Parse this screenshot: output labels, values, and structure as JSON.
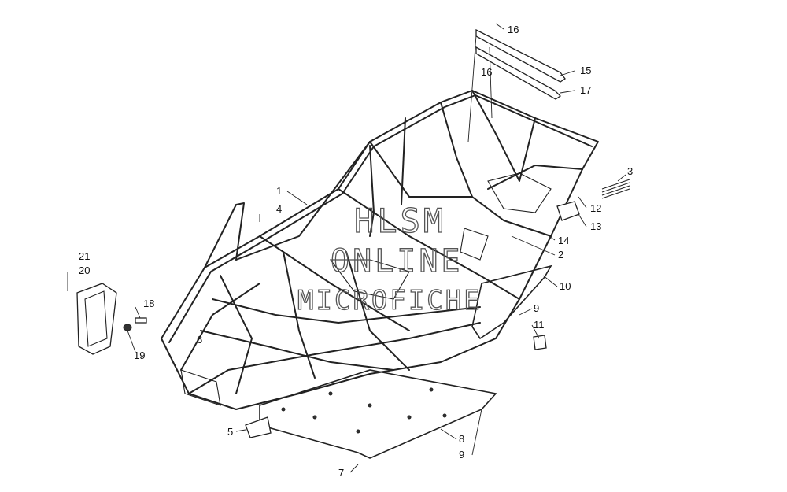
{
  "watermark": {
    "line1": "HLSM",
    "line2": "ONLINE",
    "line3": "MICROFICHE"
  },
  "callouts": [
    {
      "id": "c1",
      "label": "1"
    },
    {
      "id": "c2",
      "label": "2"
    },
    {
      "id": "c3",
      "label": "3"
    },
    {
      "id": "c4",
      "label": "4"
    },
    {
      "id": "c5",
      "label": "5"
    },
    {
      "id": "c6",
      "label": "6"
    },
    {
      "id": "c7",
      "label": "7"
    },
    {
      "id": "c8",
      "label": "8"
    },
    {
      "id": "c9a",
      "label": "9"
    },
    {
      "id": "c9b",
      "label": "9"
    },
    {
      "id": "c10",
      "label": "10"
    },
    {
      "id": "c11",
      "label": "11"
    },
    {
      "id": "c12",
      "label": "12"
    },
    {
      "id": "c13",
      "label": "13"
    },
    {
      "id": "c14",
      "label": "14"
    },
    {
      "id": "c15",
      "label": "15"
    },
    {
      "id": "c16a",
      "label": "16"
    },
    {
      "id": "c16b",
      "label": "16"
    },
    {
      "id": "c17",
      "label": "17"
    },
    {
      "id": "c18",
      "label": "18"
    },
    {
      "id": "c19",
      "label": "19"
    },
    {
      "id": "c20",
      "label": "20"
    },
    {
      "id": "c21",
      "label": "21"
    }
  ]
}
